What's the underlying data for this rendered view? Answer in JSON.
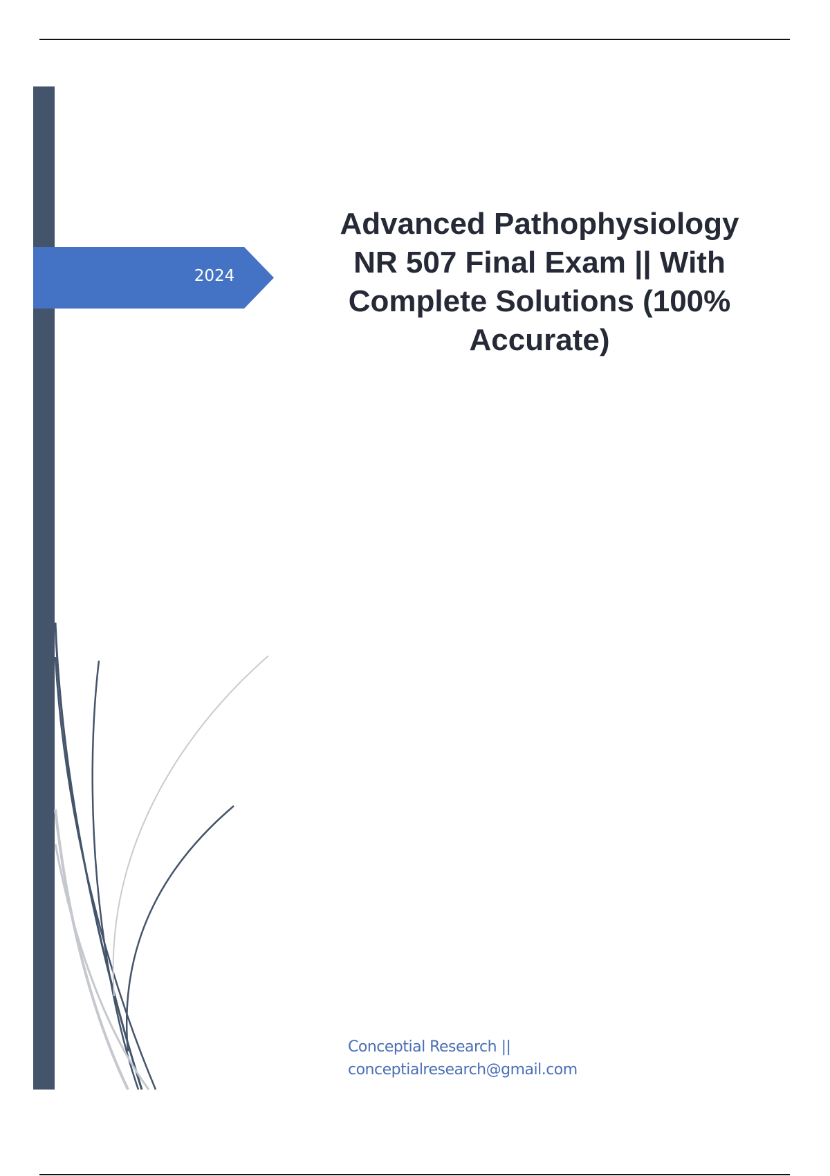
{
  "cover": {
    "year": "2024",
    "title": "Advanced Pathophysiology NR 507 Final Exam || With Complete Solutions (100% Accurate)",
    "author_line1": "Conceptial Research ||",
    "author_line2": "conceptialresearch@gmail.com"
  },
  "colors": {
    "sidebar": "#44546a",
    "ribbon": "#4472c4",
    "author": "#4a6fb5"
  }
}
